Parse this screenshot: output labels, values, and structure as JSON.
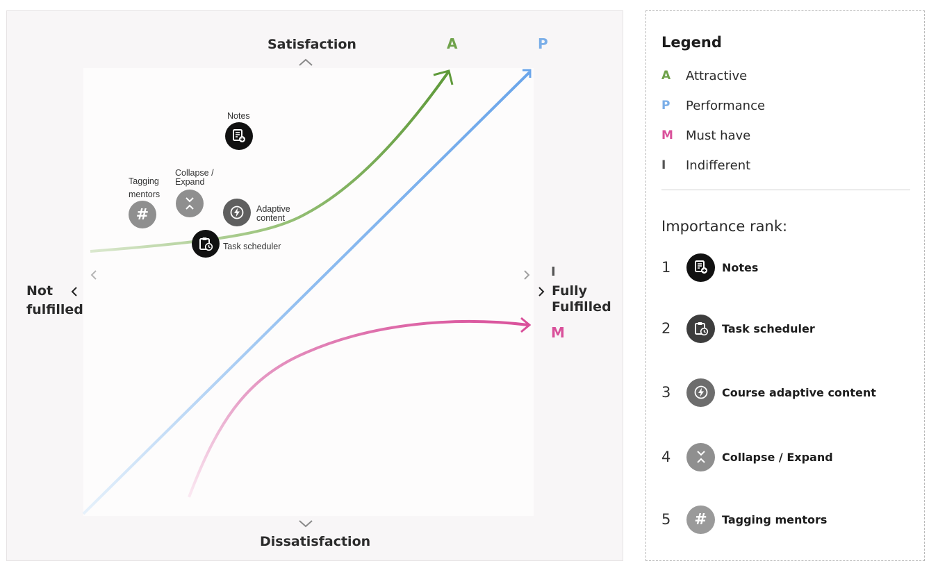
{
  "axes": {
    "top": "Satisfaction",
    "bottom": "Dissatisfaction",
    "left_line1": "Not",
    "left_line2": "fulfilled",
    "right_line1": "Fully",
    "right_line2": "Fulfilled"
  },
  "curve_letters": {
    "attractive": "A",
    "performance": "P",
    "must_have": "M",
    "indifferent": "I"
  },
  "colors": {
    "attractive": "#6fa24a",
    "performance": "#7aaee8",
    "must_have": "#d9509a",
    "indifferent": "#9a9a9a",
    "icon_black": "#111111",
    "icon_dark": "#3d3d3d",
    "icon_mid": "#6d6d6d",
    "icon_light": "#8f8f8f"
  },
  "features": [
    {
      "key": "notes",
      "label": "Notes",
      "icon": "notes-icon"
    },
    {
      "key": "tagging",
      "label_line1": "Tagging",
      "label_line2": "mentors",
      "icon": "hashtag-icon"
    },
    {
      "key": "collapse",
      "label_line1": "Collapse /",
      "label_line2": "Expand",
      "icon": "collapse-expand-icon"
    },
    {
      "key": "adaptive",
      "label_line1": "Adaptive",
      "label_line2": "content",
      "icon": "lightning-icon"
    },
    {
      "key": "scheduler",
      "label": "Task scheduler",
      "icon": "clipboard-clock-icon"
    }
  ],
  "legend": {
    "title": "Legend",
    "items": [
      {
        "letter": "A",
        "label": "Attractive"
      },
      {
        "letter": "P",
        "label": "Performance"
      },
      {
        "letter": "M",
        "label": "Must have"
      },
      {
        "letter": "I",
        "label": "Indifferent"
      }
    ]
  },
  "importance": {
    "title": "Importance rank:",
    "items": [
      {
        "rank": "1",
        "label": "Notes",
        "icon": "notes-icon"
      },
      {
        "rank": "2",
        "label": "Task scheduler",
        "icon": "clipboard-clock-icon"
      },
      {
        "rank": "3",
        "label": "Course adaptive content",
        "icon": "lightning-icon"
      },
      {
        "rank": "4",
        "label": "Collapse / Expand",
        "icon": "collapse-expand-icon"
      },
      {
        "rank": "5",
        "label": "Tagging mentors",
        "icon": "hashtag-icon"
      }
    ]
  }
}
